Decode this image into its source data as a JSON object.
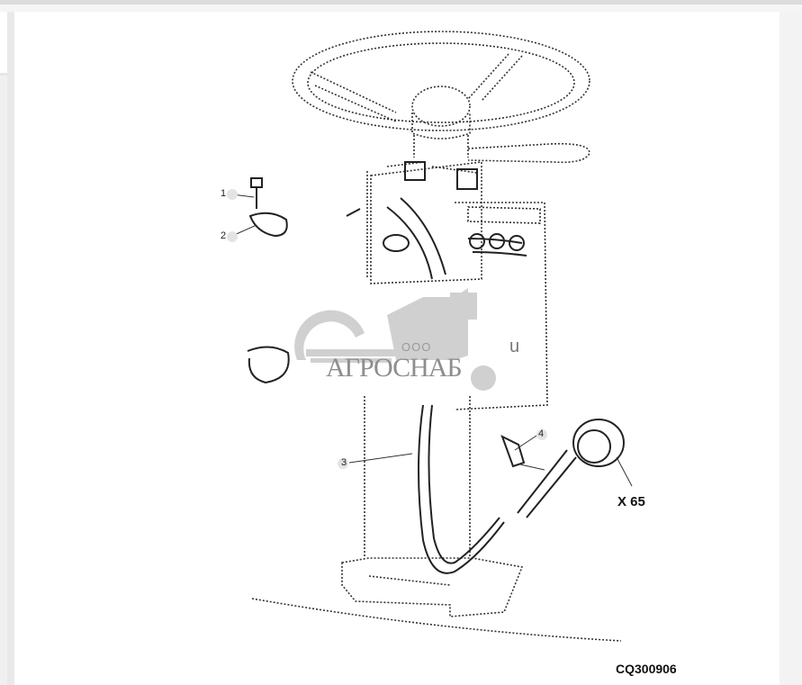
{
  "viewer": {
    "background": "#f0f0f0",
    "canvas_background": "#ffffff"
  },
  "diagram": {
    "subject": "Steering column wiring harness assembly",
    "callouts": [
      {
        "number": "1",
        "part": "bolt"
      },
      {
        "number": "2",
        "part": "clamp"
      },
      {
        "number": "3",
        "part": "wiring harness"
      },
      {
        "number": "4",
        "part": "clip"
      }
    ],
    "connector_label": "X 65",
    "figure_code": "CQ300906",
    "stray_glyph": "u"
  },
  "watermark": {
    "prefix": "ООО",
    "name": "АГРОСНАБ",
    "color": "#8e8e8e"
  }
}
